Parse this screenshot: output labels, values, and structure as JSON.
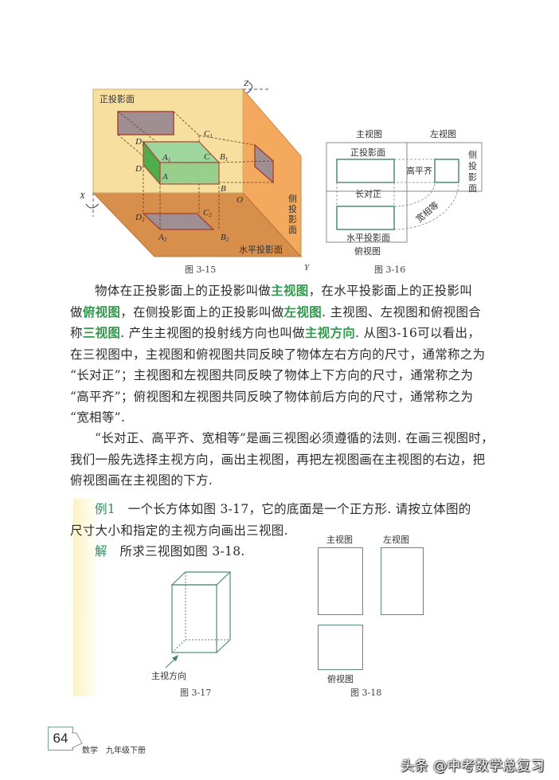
{
  "figure_3_15": {
    "caption": "图 3-15",
    "plane_front_label": "正投影面",
    "plane_side_label": "侧投影面",
    "plane_horizontal_label": "水平投影面",
    "axis_x": "X",
    "axis_y": "Y",
    "axis_z": "Z",
    "origin": "O",
    "points": {
      "A": "A",
      "B": "B",
      "C": "C",
      "D": "D",
      "A1": "A",
      "B1": "B",
      "C1": "C",
      "D1": "D",
      "A2": "A",
      "B2": "B",
      "C2": "C",
      "D2": "D"
    },
    "subscripts": {
      "one": "1",
      "two": "2"
    },
    "colors": {
      "front_plane": "#f7dfa0",
      "side_plane": "#f3aa5e",
      "horizontal_plane": "#d98f4c",
      "box_green": "#7fc98a",
      "projection_gray": "#a08f92",
      "edge_red": "#a8483a"
    }
  },
  "figure_3_16": {
    "caption": "图 3-16",
    "front_view": "主视图",
    "left_view": "左视图",
    "top_view": "俯视图",
    "front_plane": "正投影面",
    "side_plane": "侧投影面",
    "horizontal_plane": "水平投影面",
    "rule_length": "长对正",
    "rule_height": "高平齐",
    "rule_width": "宽相等"
  },
  "body": {
    "paragraph1": [
      [
        {
          "t": "物体在正投影面上的正投影叫做"
        },
        {
          "t": "主视图",
          "hl": true
        },
        {
          "t": "，在水平投影面上的正投影叫"
        }
      ],
      [
        {
          "t": "做"
        },
        {
          "t": "俯视图",
          "hl": true
        },
        {
          "t": "，在侧投影面上的正投影叫做"
        },
        {
          "t": "左视图",
          "hl": true
        },
        {
          "t": ". 主视图、左视图和俯视图合"
        }
      ],
      [
        {
          "t": "称"
        },
        {
          "t": "三视图",
          "hl": true
        },
        {
          "t": ". 产生主视图的投射线方向也叫做"
        },
        {
          "t": "主视方向",
          "hl": true
        },
        {
          "t": ". 从图3-16可以看出，"
        }
      ],
      [
        {
          "t": "在三视图中，主视图和俯视图共同反映了物体左右方向的尺寸，通常称之为"
        }
      ],
      [
        {
          "t": "“长对正”；主视图和左视图共同反映了物体上下方向的尺寸，通常称之为"
        }
      ],
      [
        {
          "t": "“高平齐”；俯视图和左视图共同反映了物体前后方向的尺寸，通常称之为"
        }
      ],
      [
        {
          "t": "“宽相等”."
        }
      ]
    ],
    "paragraph2": [
      "“长对正、高平齐、宽相等”是画三视图必须遵循的法则. 在画三视图时，",
      "我们一般先选择主视方向，画出主视图，再把左视图画在主视图的右边，把",
      "俯视图画在主视图的下方."
    ]
  },
  "example": {
    "label": "例1",
    "line1": "一个长方体如图 3-17，它的底面是一个正方形. 请按立体图的",
    "line2": "尺寸大小和指定的主视方向画出三视图.",
    "solution_label": "解",
    "solution_text": "所求三视图如图 3-18."
  },
  "figure_3_17": {
    "caption": "图 3-17",
    "direction_label": "主视方向"
  },
  "figure_3_18": {
    "caption": "图 3-18",
    "front_view": "主视图",
    "left_view": "左视图",
    "top_view": "俯视图"
  },
  "footer": {
    "page_number": "64",
    "book_title": "数学　九年级下册"
  },
  "watermark": "头条 @中考数学总复习"
}
